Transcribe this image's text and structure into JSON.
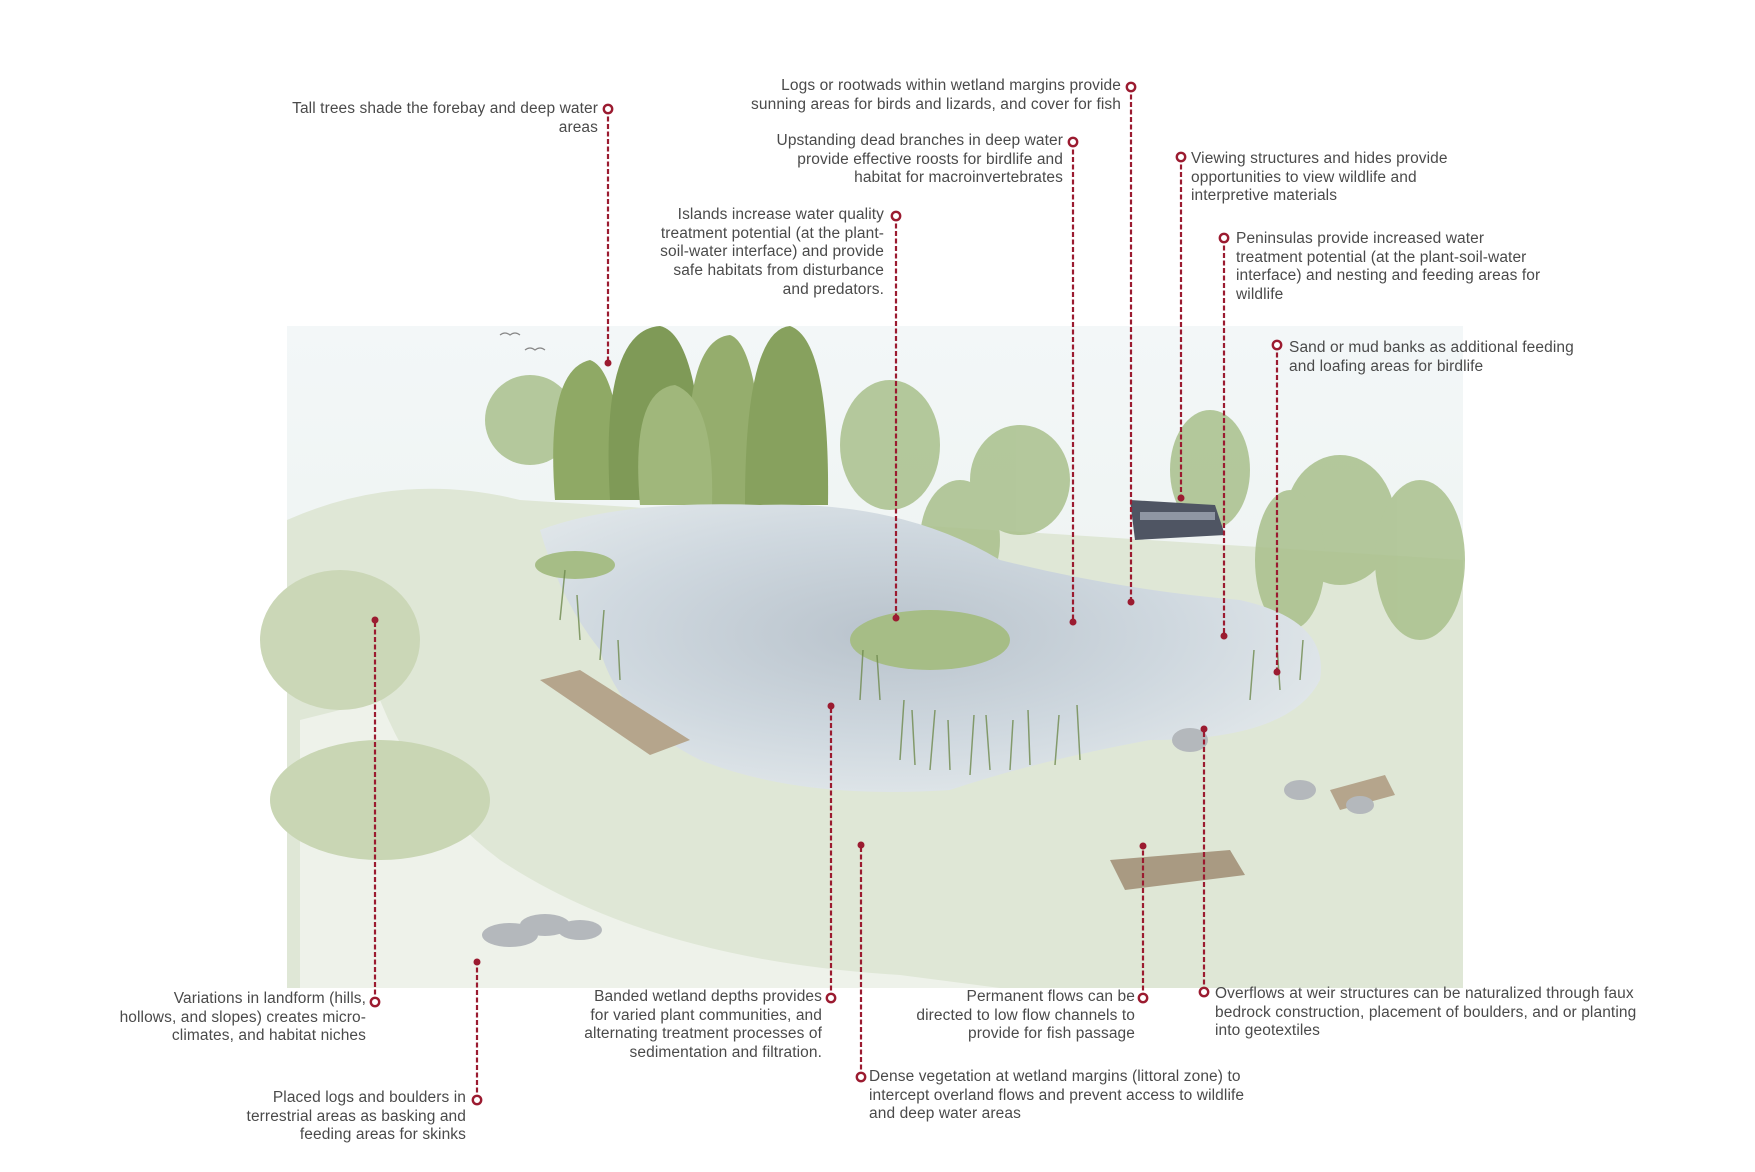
{
  "marker_color": "#9b1b30",
  "text_color": "#4a4a4a",
  "annotations": [
    {
      "id": "tall-trees",
      "lines": [
        "Tall trees shade  the forebay and deep water",
        "areas"
      ]
    },
    {
      "id": "logs-rootwads",
      "lines": [
        "Logs or rootwads within wetland margins provide",
        "sunning areas for birds and lizards, and cover for fish"
      ]
    },
    {
      "id": "dead-branches",
      "lines": [
        "Upstanding dead branches in deep water",
        "provide effective roosts for birdlife and",
        "habitat for macroinvertebrates"
      ]
    },
    {
      "id": "islands",
      "lines": [
        "Islands increase water quality",
        "treatment potential (at the plant-",
        "soil-water interface) and provide",
        "safe habitats from disturbance",
        "and predators."
      ]
    },
    {
      "id": "viewing-structures",
      "lines": [
        "Viewing structures and hides provide",
        "opportunities to view wildlife and",
        "interpretive materials"
      ]
    },
    {
      "id": "peninsulas",
      "lines": [
        "Peninsulas provide increased water",
        "treatment potential (at the plant-soil-water",
        "interface) and nesting and feeding areas for",
        "wildlife"
      ]
    },
    {
      "id": "sand-mud-banks",
      "lines": [
        "Sand or mud banks as additional feeding",
        "and loafing areas for birdlife"
      ]
    },
    {
      "id": "landform-variations",
      "lines": [
        "Variations in landform (hills,",
        "hollows, and slopes) creates micro-",
        "climates, and habitat niches"
      ]
    },
    {
      "id": "placed-logs",
      "lines": [
        "Placed logs and boulders in",
        "terrestrial areas as basking and",
        "feeding areas for skinks"
      ]
    },
    {
      "id": "banded-depths",
      "lines": [
        "Banded wetland  depths provides",
        "for varied plant communities, and",
        "alternating treatment processes of",
        "sedimentation and filtration."
      ]
    },
    {
      "id": "dense-vegetation",
      "lines": [
        "Dense vegetation at wetland margins (littoral zone) to",
        "intercept overland flows and prevent access to wildlife",
        "and deep water areas"
      ]
    },
    {
      "id": "permanent-flows",
      "lines": [
        "Permanent flows can be",
        "directed to low flow channels to",
        "provide for fish passage"
      ]
    },
    {
      "id": "weir-overflows",
      "lines": [
        "Overflows at weir structures can be naturalized through faux",
        "bedrock construction, placement of boulders, and or planting",
        "into geotextiles"
      ]
    }
  ]
}
